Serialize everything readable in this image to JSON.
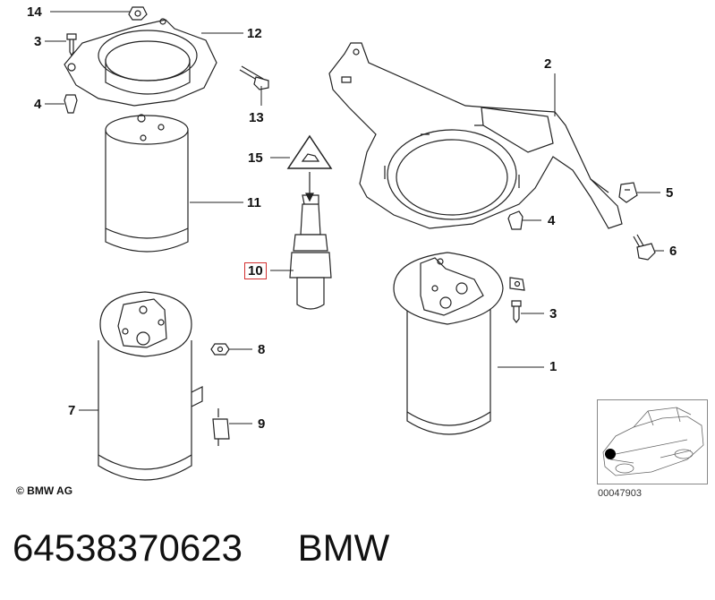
{
  "callouts": {
    "c1": "1",
    "c2": "2",
    "c3a": "3",
    "c3b": "3",
    "c4a": "4",
    "c4b": "4",
    "c5": "5",
    "c6": "6",
    "c7": "7",
    "c8": "8",
    "c9": "9",
    "c10": "10",
    "c11": "11",
    "c12": "12",
    "c13": "13",
    "c14": "14",
    "c15": "15"
  },
  "copyright": "© BMW AG",
  "diagram_id": "00047903",
  "footer": {
    "part_number": "64538370623",
    "brand": "BMW"
  },
  "colors": {
    "line": "#222222",
    "highlight_box": "#d32f2f"
  }
}
